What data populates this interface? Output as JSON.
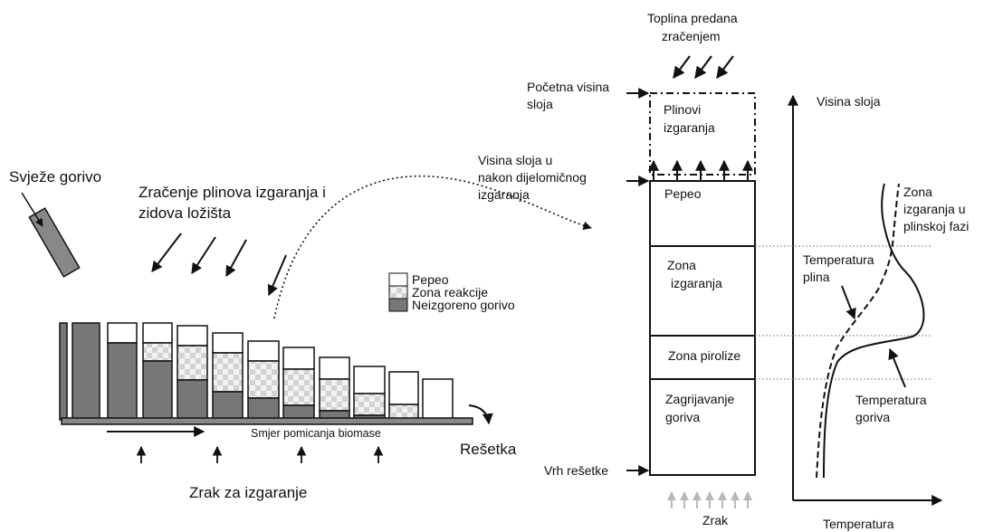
{
  "left": {
    "fresh_fuel": "Svježe gorivo",
    "radiation_line1": "Zračenje plinova izgaranja i",
    "radiation_line2": "zidova ložišta",
    "legend": {
      "ash": "Pepeo",
      "reaction_zone": "Zona reakcije",
      "unburnt_fuel": "Neizgoreno gorivo"
    },
    "movement_direction": "Smjer pomicanja biomase",
    "grate": "Rešetka",
    "combustion_air": "Zrak za izgaranje"
  },
  "middle": {
    "heat_radiation_line1": "Toplina predana",
    "heat_radiation_line2": "zračenjem",
    "initial_height_line1": "Početna visina",
    "initial_height_line2": "sloja",
    "partial_height_line1": "Visina sloja u",
    "partial_height_line2": "nakon dijelomičnog",
    "partial_height_line3": "izgaranja",
    "flue_gases_line1": "Plinovi",
    "flue_gases_line2": "izgaranja",
    "ash": "Pepeo",
    "combustion_zone_line1": "Zona",
    "combustion_zone_line2": "izgaranja",
    "pyrolysis_zone": "Zona pirolize",
    "fuel_heating_line1": "Zagrijavanje",
    "fuel_heating_line2": "goriva",
    "grate_top": "Vrh rešetke",
    "air": "Zrak"
  },
  "right": {
    "bed_height": "Visina sloja",
    "gas_phase_zone_line1": "Zona",
    "gas_phase_zone_line2": "izgaranja u",
    "gas_phase_zone_line3": "plinskoj fazi",
    "gas_temp_line1": "Temperatura",
    "gas_temp_line2": "plina",
    "fuel_temp_line1": "Temperatura",
    "fuel_temp_line2": "goriva",
    "temperature_axis": "Temperatura"
  },
  "colors": {
    "unburnt": "#777777",
    "ash": "#ffffff",
    "reaction_a": "#d2d2d2",
    "reaction_b": "#f2f2f2",
    "line": "#111111",
    "air_arrows": "#b8b8b8"
  }
}
